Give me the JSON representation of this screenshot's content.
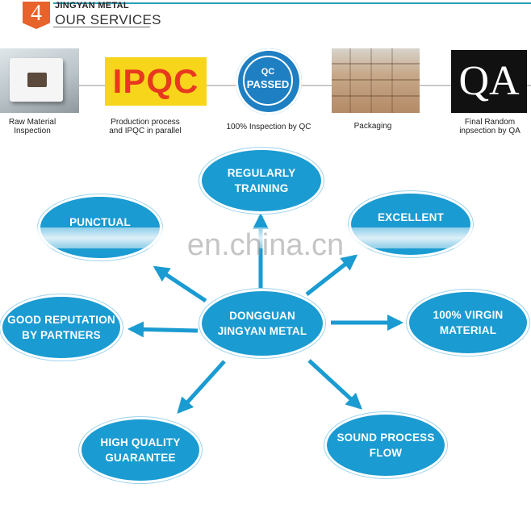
{
  "header": {
    "step_number": "4",
    "company": "JINGYAN METAL",
    "title": "OUR SERVICES"
  },
  "process_steps": [
    {
      "label_line1": "Raw Material",
      "label_line2": "Inspection"
    },
    {
      "label_line1": "Production process",
      "label_line2": "and IPQC in parallel",
      "image_text": "IPQC"
    },
    {
      "label_line1": "100% Inspection by QC",
      "label_line2": "",
      "stamp_line1": "QC",
      "stamp_line2": "PASSED"
    },
    {
      "label_line1": "Packaging",
      "label_line2": ""
    },
    {
      "label_line1": "Final Random",
      "label_line2": "inpsection by QA",
      "image_text": "QA"
    }
  ],
  "center": {
    "line1": "DONGGUAN",
    "line2": "JINGYAN METAL"
  },
  "services": {
    "training": {
      "line1": "REGULARLY",
      "line2": "TRAINING"
    },
    "punctual": {
      "line1": "PUNCTUAL",
      "line2": ""
    },
    "excellent": {
      "line1": "EXCELLENT",
      "line2": ""
    },
    "reputation": {
      "line1": "GOOD REPUTATION",
      "line2": "BY PARTNERS"
    },
    "virgin": {
      "line1": "100% VIRGIN",
      "line2": "MATERIAL"
    },
    "quality": {
      "line1": "HIGH QUALITY",
      "line2": "GUARANTEE"
    },
    "flow": {
      "line1": "SOUND PROCESS",
      "line2": "FLOW"
    }
  },
  "watermark": "en.china.cn",
  "colors": {
    "node_blue": "#1a9bd1",
    "accent_orange": "#e8622c",
    "header_line": "#2aa0b8",
    "ipqc_yellow": "#f7d51a",
    "ipqc_red": "#e8381f",
    "stamp_blue": "#1e7fc2"
  }
}
